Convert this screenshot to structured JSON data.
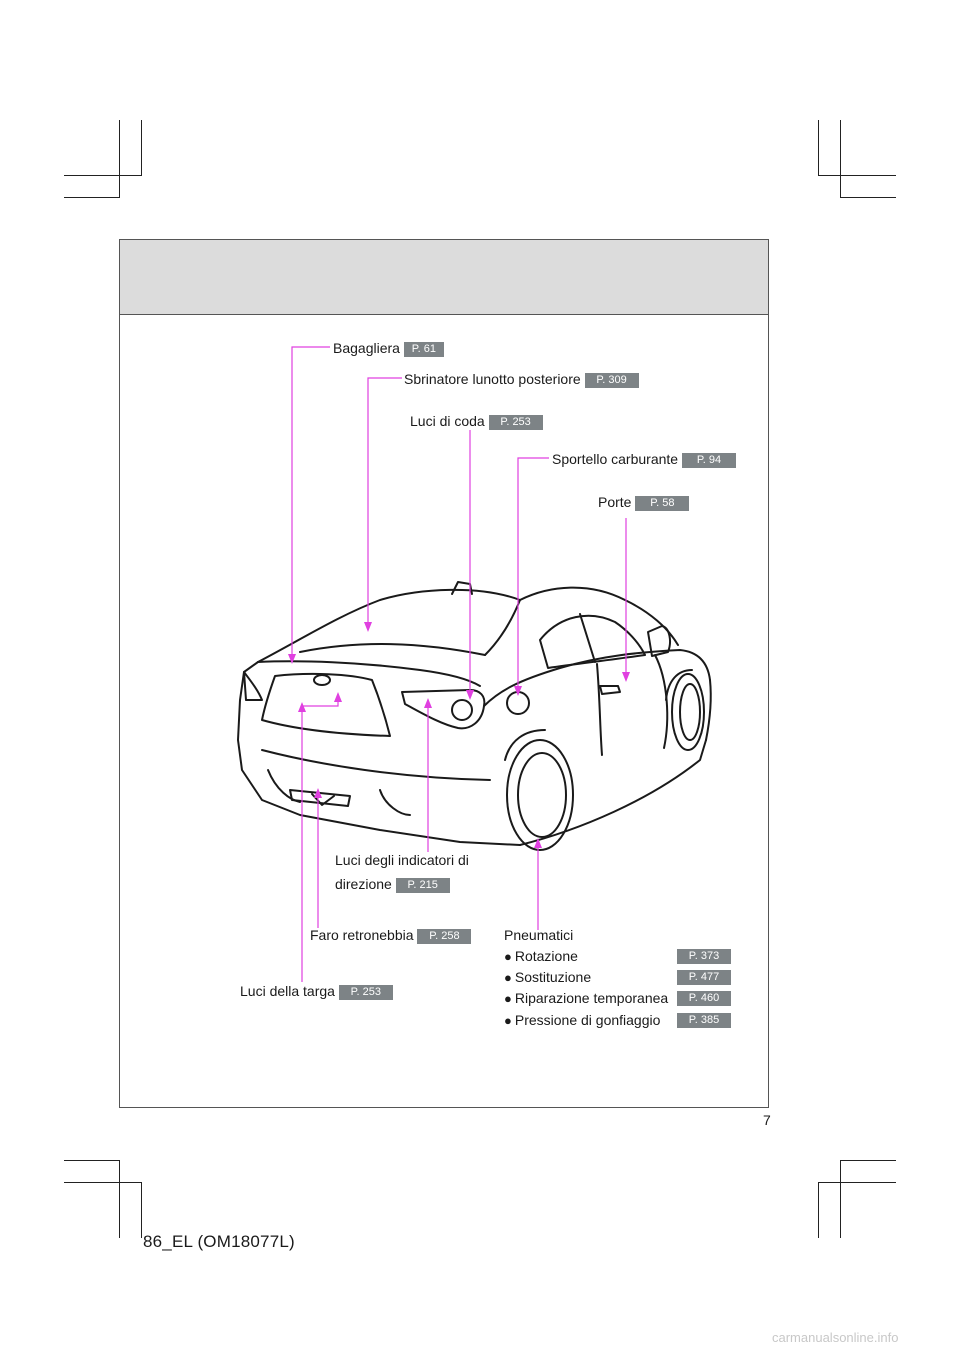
{
  "labels": {
    "bagagliera": "Bagagliera",
    "bagagliera_ref": "P. 61",
    "sbrinatore": "Sbrinatore lunotto posteriore",
    "sbrinatore_ref": "P. 309",
    "luci_coda": "Luci di coda",
    "luci_coda_ref": "P. 253",
    "sportello": "Sportello carburante",
    "sportello_ref": "P. 94",
    "porte": "Porte",
    "porte_ref": "P. 58",
    "indicatori_line1": "Luci degli indicatori di",
    "indicatori_line2": "direzione",
    "indicatori_ref": "P. 215",
    "retronebbia": "Faro retronebbia",
    "retronebbia_ref": "P. 258",
    "targa": "Luci della targa",
    "targa_ref": "P. 253"
  },
  "pneumatici": {
    "title": "Pneumatici",
    "items": [
      {
        "label": "Rotazione",
        "ref": "P. 373"
      },
      {
        "label": "Sostituzione",
        "ref": "P. 477"
      },
      {
        "label": "Riparazione temporanea",
        "ref": "P. 460"
      },
      {
        "label": "Pressione di gonfiaggio",
        "ref": "P. 385"
      }
    ]
  },
  "page_number": "7",
  "footer_code": "86_EL (OM18077L)",
  "watermark": "carmanualsonline.info",
  "colors": {
    "leader": "#e040e0",
    "badge": "#7d8386",
    "band": "#dcdcdc"
  }
}
